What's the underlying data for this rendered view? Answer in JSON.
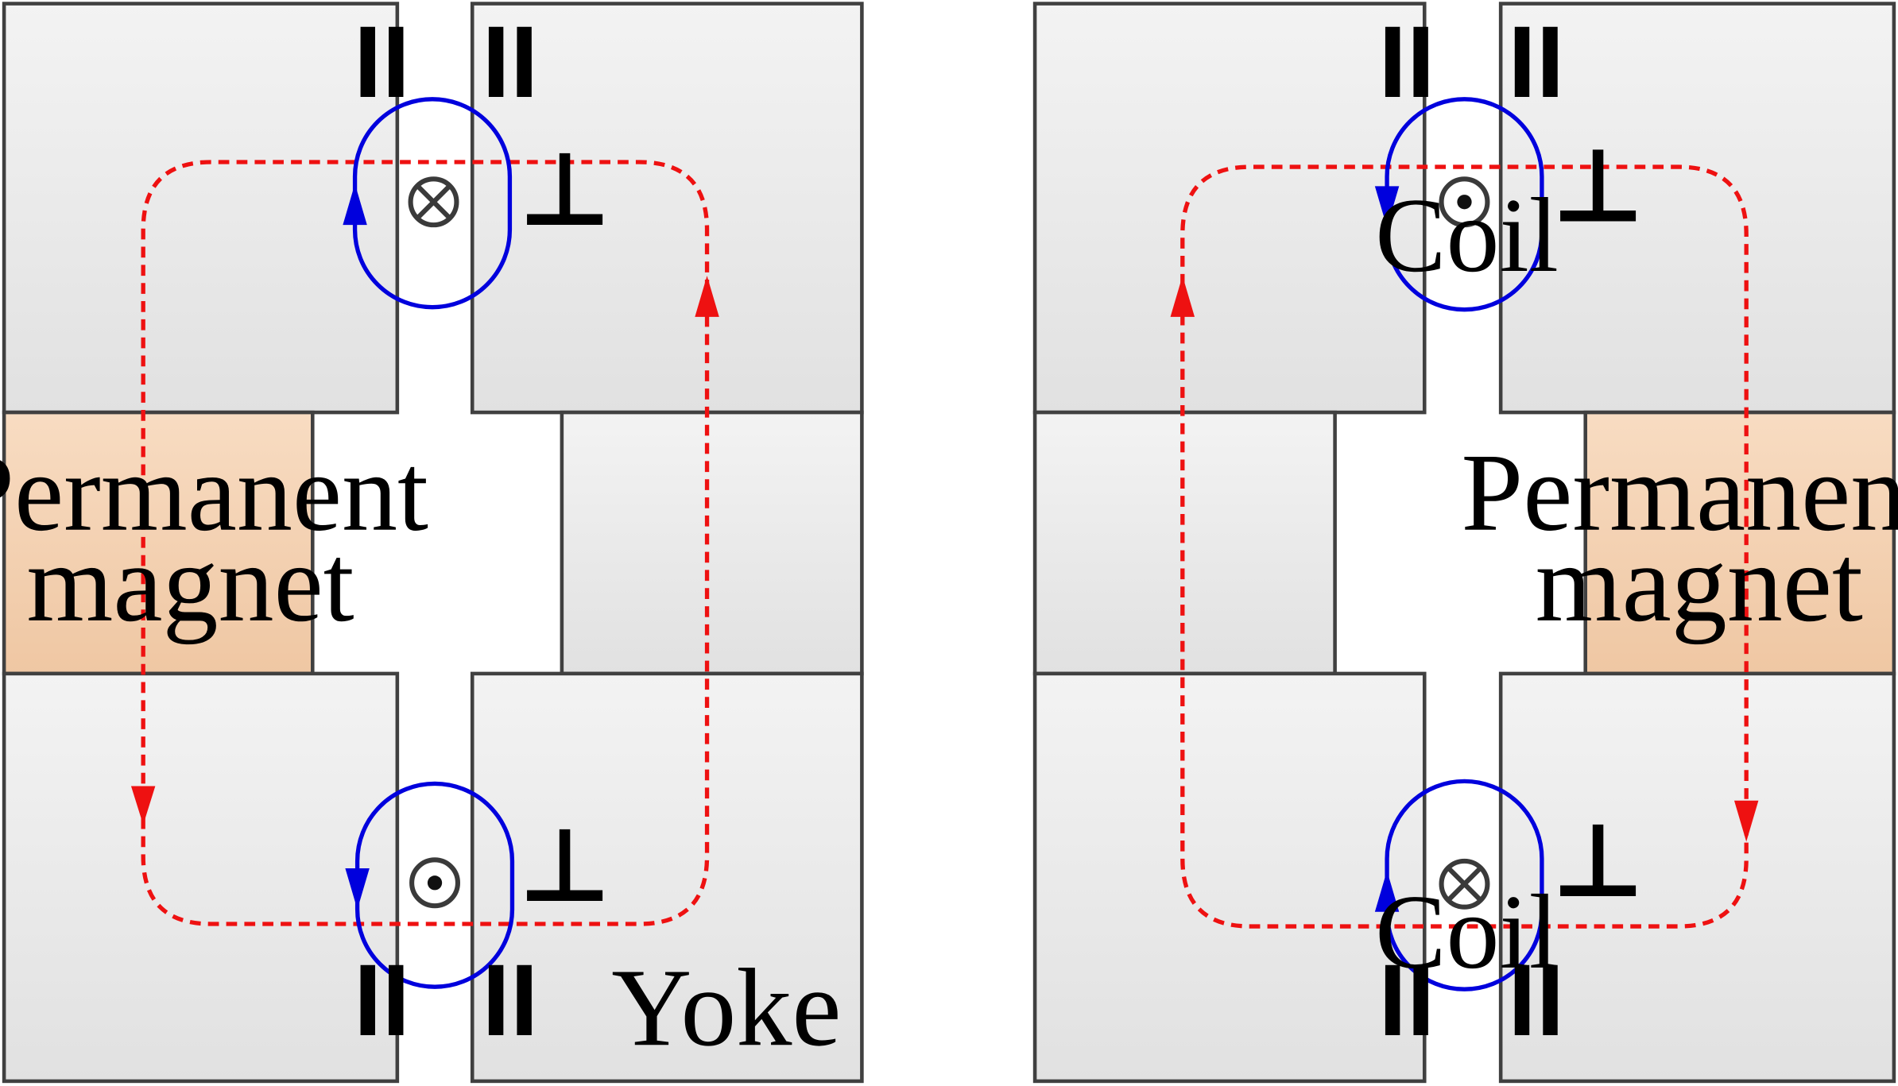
{
  "colors": {
    "yoke_fill_top": "#f3f3f3",
    "yoke_fill_bottom": "#e3e3e3",
    "yoke_stroke": "#404040",
    "magnet_fill_top": "#f7d9be",
    "magnet_fill_bottom": "#f0c9a6",
    "coil_current": "#0000dd",
    "magnetic_flux": "#ee1111",
    "symbol": "#3a3a3a"
  },
  "left": {
    "magnet_line1": "Permanent",
    "magnet_line2": "magnet",
    "yoke_label": "Yoke"
  },
  "right": {
    "magnet_line1": "Permanent",
    "magnet_line2": "magnet",
    "coil_top_label": "Coil",
    "coil_bottom_label": "Coil"
  },
  "marks": {
    "parallel": "II",
    "perpendicular": "⊥"
  }
}
